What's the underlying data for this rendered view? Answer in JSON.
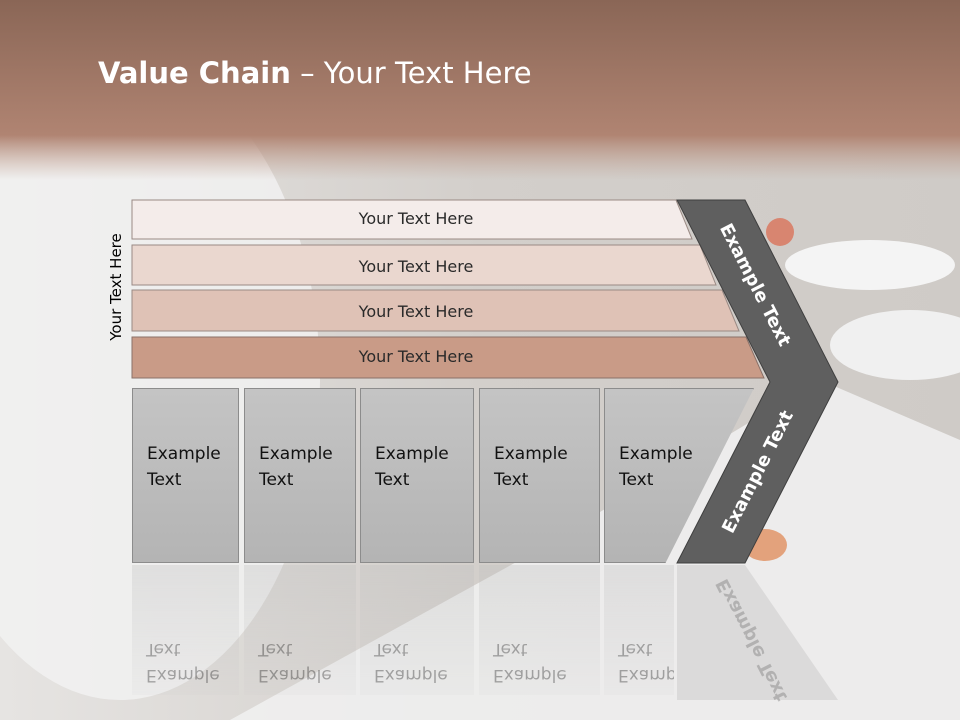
{
  "slide": {
    "title_bold": "Value Chain",
    "title_rest": " – Your Text Here",
    "vertical_label": "Your Text Here"
  },
  "rows": [
    {
      "label": "Your Text Here",
      "color": "#f4ecea"
    },
    {
      "label": "Your Text Here",
      "color": "#ead7cf"
    },
    {
      "label": "Your Text Here",
      "color": "#dfc2b6"
    },
    {
      "label": "Your Text Here",
      "color": "#c99b87"
    }
  ],
  "boxes": [
    {
      "label": "Example\nText"
    },
    {
      "label": "Example\nText"
    },
    {
      "label": "Example\nText"
    },
    {
      "label": "Example\nText"
    },
    {
      "label": "Example\nText"
    }
  ],
  "chevron": {
    "upper_text": "Example Text",
    "lower_text": "Example Text",
    "color": "#5f5f5f"
  },
  "colors": {
    "header_band": "#a97b66",
    "box_fill": "#bdbdbd"
  }
}
